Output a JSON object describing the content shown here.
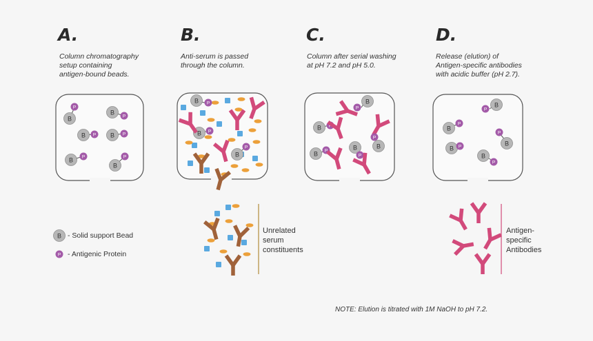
{
  "panels": [
    {
      "letter": "A.",
      "caption": "Column chromatography\nsetup containing\nantigen-bound beads."
    },
    {
      "letter": "B.",
      "caption": "Anti-serum is passed\nthrough the column."
    },
    {
      "letter": "C.",
      "caption": "Column after serial washing\nat pH 7.2 and pH 5.0."
    },
    {
      "letter": "D.",
      "caption": "Release (elution) of\nAntigen-specific antibodies\nwith acidic buffer (pH 2.7)."
    }
  ],
  "legend": {
    "bead_symbol": "B",
    "bead_label": "- Solid support Bead",
    "protein_symbol": "P",
    "protein_label": "- Antigenic Protein"
  },
  "unrelated_label": "Unrelated\nserum\nconstituents",
  "specific_label": "Antigen-\nspecific\nAntibodies",
  "note": "NOTE: Elution is titrated with 1M NaOH to pH 7.2.",
  "colors": {
    "bead": "#b7b7b7",
    "protein": "#a35aa8",
    "antibody_specific": "#d24a7b",
    "antibody_unrelated": "#a0623a",
    "square": "#5aa9e0",
    "ellipse": "#eca03a",
    "column_border": "#555555",
    "bracket_unrelated": "#b08a3a",
    "bracket_specific": "#d24a7b"
  }
}
